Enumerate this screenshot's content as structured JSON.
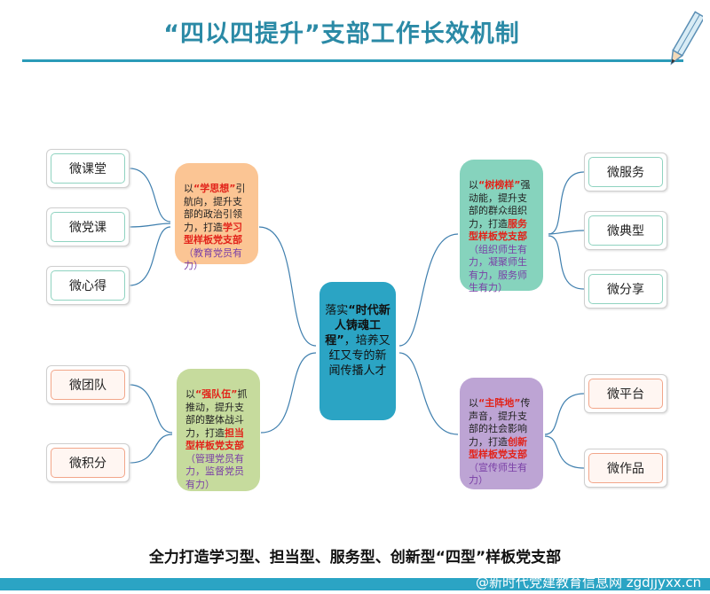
{
  "title": "“四以四提升”支部工作长效机制",
  "center": {
    "pre": "落实",
    "quote": "“时代新人铸魂工程”",
    "post": "，培养又红又专的新闻传播人才"
  },
  "cards": [
    {
      "a": "以",
      "key": "“学思想”",
      "b": "引航向，提升支部的政治引领力，打造",
      "type": "学习型样板党支部",
      "note": "（教育党员有力）"
    },
    {
      "a": "以",
      "key": "“树榜样”",
      "b": "强动能，提升支部的群众组织力，打造",
      "type": "服务型样板党支部",
      "note": "（组织师生有力，凝聚师生有力，服务师生有力）"
    },
    {
      "a": "以",
      "key": "“强队伍”",
      "b": "抓推动，提升支部的整体战斗力，打造",
      "type": "担当型样板党支部",
      "note": "（管理党员有力，监督党员有力）"
    },
    {
      "a": "以",
      "key": "“主阵地”",
      "b": "传声音，提升支部的社会影响力，打造",
      "type": "创新型样板党支部",
      "note": "（宣传师生有力）"
    }
  ],
  "leaves_left": [
    "微课堂",
    "微党课",
    "微心得",
    "微团队",
    "微积分"
  ],
  "leaves_right": [
    "微服务",
    "微典型",
    "微分享",
    "微平台",
    "微作品"
  ],
  "footer": "全力打造学习型、担当型、服务型、创新型“四型”样板党支部",
  "watermark": "@新时代党建教育信息网 zgdjjyxx.cn"
}
